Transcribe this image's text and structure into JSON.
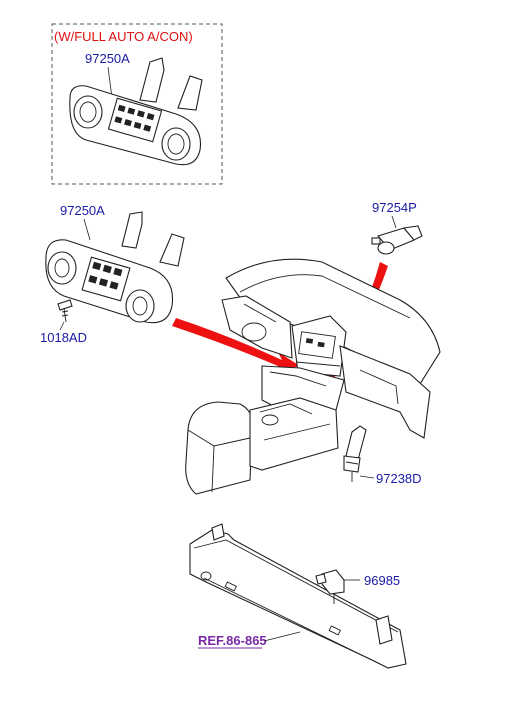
{
  "note": "(W/FULL AUTO A/CON)",
  "labels": {
    "full_auto_panel": "97250A",
    "manual_panel": "97250A",
    "screw": "1018AD",
    "sensor": "97254P",
    "duct": "97238D",
    "bracket_part": "96985",
    "reference": "REF.86-865"
  },
  "colors": {
    "label_text": "#1a1aa6",
    "note_text": "#e01010",
    "reference_text": "#7a2aa8",
    "callout_arrow": "#ee1111"
  }
}
